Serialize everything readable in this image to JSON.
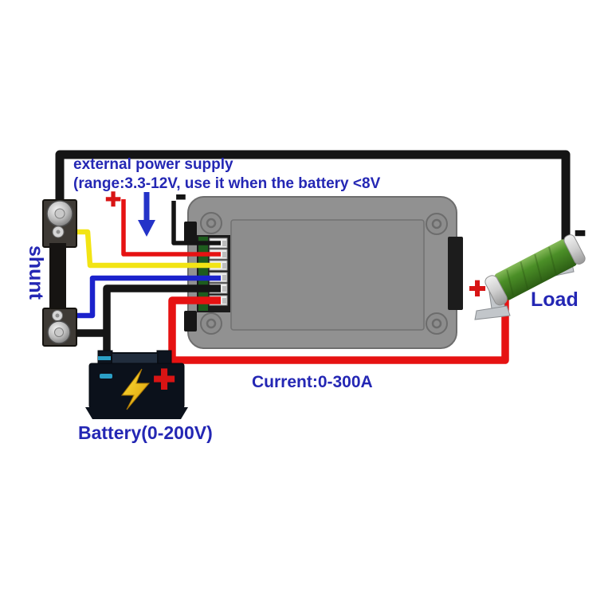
{
  "title": "DC power meter wiring diagram",
  "labels": {
    "power_note_line1": "external power supply",
    "power_note_line2": "(range:3.3-12V, use it when the battery <8V",
    "shunt": "shunt",
    "current_range": "Current:0-300A",
    "battery": "Battery(0-200V)",
    "load": "Load"
  },
  "signs": {
    "supply_plus": "+",
    "supply_minus": "-",
    "battery_plus": "+",
    "load_plus": "+",
    "load_minus": "-"
  },
  "colors": {
    "annotation_blue": "#2427b4",
    "sign_red": "#d81414",
    "wire_red": "#e61212",
    "wire_yellow": "#f2e414",
    "wire_blue": "#1b22cc",
    "wire_black": "#151515",
    "meter_body_gray": "#919191",
    "terminal_green": "#1e5c1e",
    "load_green": "#4b8f27",
    "battery_dark": "#0b111b",
    "battery_accent_teal": "#2b9fc6",
    "lightning_yellow": "#f6d41c"
  },
  "connections": [
    {
      "wire": "black-thick-top",
      "from": "shunt top bolt",
      "to": "load negative end"
    },
    {
      "wire": "black-thin",
      "from": "external power supply -",
      "to": "meter terminal 1"
    },
    {
      "wire": "red-thin",
      "from": "external power supply +",
      "to": "meter terminal 2"
    },
    {
      "wire": "yellow",
      "from": "shunt top sense terminal",
      "to": "meter terminal 3"
    },
    {
      "wire": "blue",
      "from": "shunt bottom sense terminal",
      "to": "meter terminal 4"
    },
    {
      "wire": "black-thick",
      "from": "battery negative / shunt bottom bolt",
      "to": "meter terminal 5"
    },
    {
      "wire": "red-thick",
      "from": "battery positive",
      "to": "meter terminal 6 and load positive end"
    }
  ]
}
